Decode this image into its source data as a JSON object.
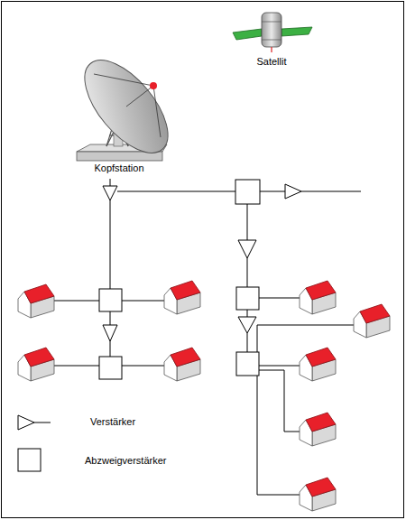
{
  "diagram": {
    "labels": [
      "Satellit",
      "Kopfstation"
    ],
    "legend": [
      {
        "text": "Verstärker"
      },
      {
        "text": "Abzweigverstärker"
      }
    ]
  }
}
